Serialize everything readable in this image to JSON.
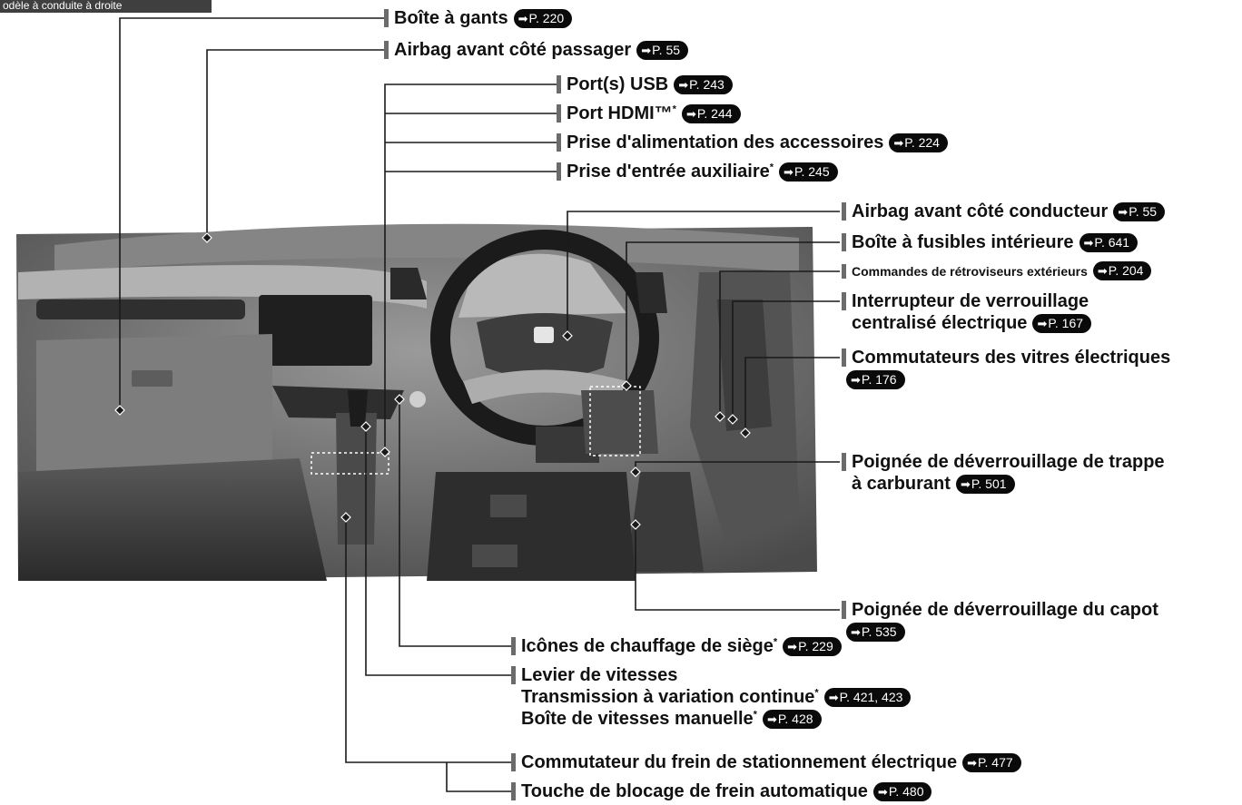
{
  "header_tag": "odèle à conduite à droite",
  "callouts": [
    {
      "label": "Boîte à gants",
      "ref": "P. 220"
    },
    {
      "label": "Airbag avant côté passager",
      "ref": "P. 55"
    },
    {
      "label": "Port(s) USB",
      "ref": "P. 243"
    },
    {
      "label": "Port HDMI™",
      "mark": "*",
      "ref": "P. 244"
    },
    {
      "label": "Prise d'alimentation des accessoires",
      "ref": "P. 224"
    },
    {
      "label": "Prise d'entrée auxiliaire",
      "mark": "*",
      "ref": "P. 245"
    },
    {
      "label": "Airbag avant côté conducteur",
      "ref": "P. 55"
    },
    {
      "label": "Boîte à fusibles intérieure",
      "ref": "P. 641"
    },
    {
      "label": "Commandes de rétroviseurs extérieurs",
      "ref": "P. 204"
    },
    {
      "label": "Interrupteur de verrouillage",
      "label2": "centralisé électrique",
      "ref": "P. 167"
    },
    {
      "label": "Commutateurs des vitres électriques",
      "ref": "P. 176"
    },
    {
      "label": "Poignée de déverrouillage de trappe",
      "label2": "à carburant",
      "ref": "P. 501"
    },
    {
      "label": "Poignée de déverrouillage du capot",
      "ref": "P. 535"
    },
    {
      "label": "Icônes de chauffage de siège",
      "mark": "*",
      "ref": "P. 229"
    },
    {
      "label": "Levier de vitesses",
      "sub": [
        {
          "label": "Transmission à variation continue",
          "mark": "*",
          "ref": "P. 421, 423"
        },
        {
          "label": "Boîte de vitesses manuelle",
          "mark": "*",
          "ref": "P. 428"
        }
      ]
    },
    {
      "label": "Commutateur du frein de stationnement électrique",
      "ref": "P. 477"
    },
    {
      "label": "Touche de blocage de frein automatique",
      "ref": "P. 480"
    }
  ],
  "colors": {
    "line": "#1a1a1a",
    "ref_bg": "#0a0a0a",
    "label_bar": "#6b6b6b",
    "photo_dark": "#3a3a3a",
    "photo_mid": "#6e6e6e"
  }
}
